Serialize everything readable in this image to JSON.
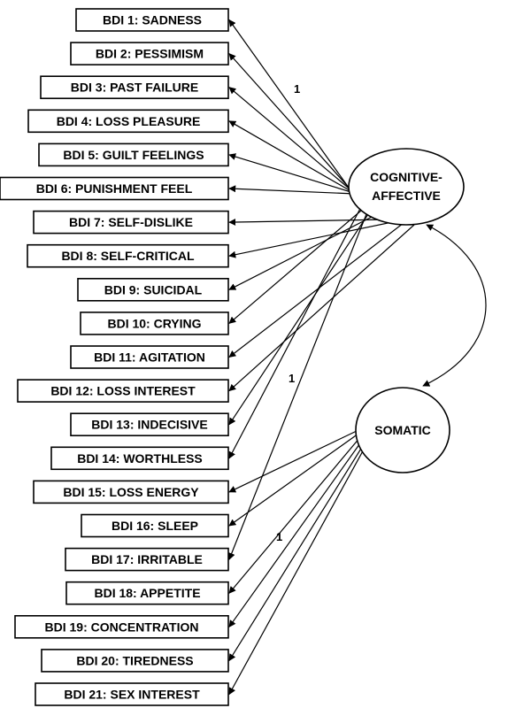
{
  "factors": {
    "cognitive": {
      "line1": "COGNITIVE-",
      "line2": "AFFECTIVE"
    },
    "somatic": {
      "label": "SOMATIC"
    }
  },
  "indicators": [
    {
      "label": "BDI 1: SADNESS",
      "factor": "cognitive"
    },
    {
      "label": "BDI 2: PESSIMISM",
      "factor": "cognitive"
    },
    {
      "label": "BDI 3: PAST FAILURE",
      "factor": "cognitive"
    },
    {
      "label": "BDI 4: LOSS  PLEASURE",
      "factor": "cognitive"
    },
    {
      "label": "BDI 5: GUILT FEELINGS",
      "factor": "cognitive"
    },
    {
      "label": "BDI 6: PUNISHMENT FEEL",
      "factor": "cognitive"
    },
    {
      "label": "BDI 7: SELF-DISLIKE",
      "factor": "cognitive"
    },
    {
      "label": "BDI 8: SELF-CRITICAL",
      "factor": "cognitive"
    },
    {
      "label": "BDI 9: SUICIDAL",
      "factor": "cognitive"
    },
    {
      "label": "BDI 10: CRYING",
      "factor": "cognitive"
    },
    {
      "label": "BDI 11: AGITATION",
      "factor": "cognitive"
    },
    {
      "label": "BDI 12: LOSS INTEREST",
      "factor": "cognitive"
    },
    {
      "label": "BDI 13: INDECISIVE",
      "factor": "cognitive"
    },
    {
      "label": "BDI 14: WORTHLESS",
      "factor": "cognitive"
    },
    {
      "label": "BDI 15: LOSS ENERGY",
      "factor": "somatic"
    },
    {
      "label": "BDI 16: SLEEP",
      "factor": "somatic"
    },
    {
      "label": "BDI 17: IRRITABLE",
      "factor": "cognitive"
    },
    {
      "label": "BDI 18: APPETITE",
      "factor": "somatic"
    },
    {
      "label": "BDI 19: CONCENTRATION",
      "factor": "somatic"
    },
    {
      "label": "BDI 20: TIREDNESS",
      "factor": "somatic"
    },
    {
      "label": "BDI 21: SEX INTEREST",
      "factor": "somatic"
    }
  ],
  "fixed_loadings": [
    "1",
    "1",
    "1"
  ]
}
